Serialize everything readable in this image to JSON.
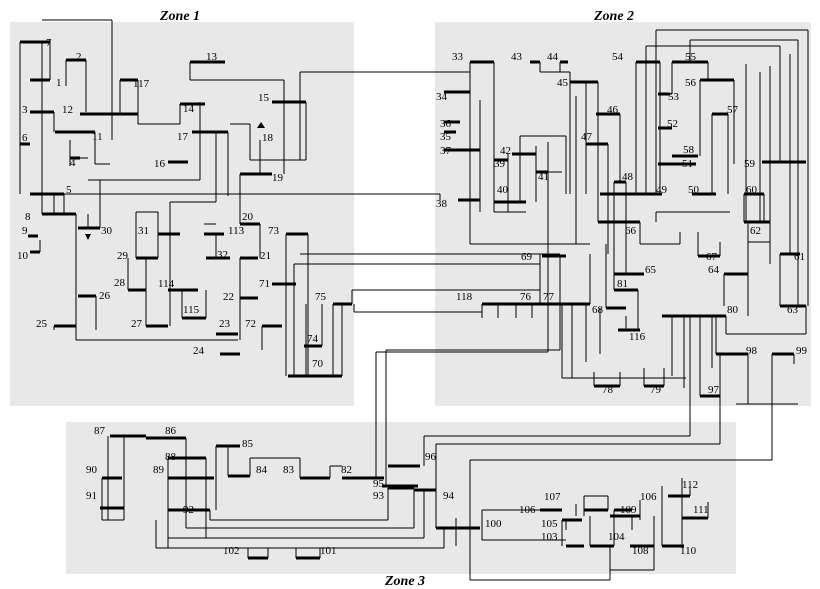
{
  "zones": [
    {
      "key": "zone1",
      "title": "Zone 1"
    },
    {
      "key": "zone2",
      "title": "Zone 2"
    },
    {
      "key": "zone3",
      "title": "Zone 3"
    }
  ],
  "colors": {
    "zone_fill": "#e8e8e8",
    "line": "#000000"
  },
  "buses": {
    "zone1": [
      "7",
      "1",
      "2",
      "117",
      "3",
      "12",
      "13",
      "14",
      "15",
      "6",
      "11",
      "17",
      "18",
      "4",
      "16",
      "19",
      "5",
      "8",
      "9",
      "10",
      "30",
      "31",
      "113",
      "20",
      "73",
      "29",
      "32",
      "21",
      "28",
      "114",
      "26",
      "22",
      "71",
      "25",
      "27",
      "115",
      "75",
      "23",
      "72",
      "74",
      "24",
      "70"
    ],
    "zone2": [
      "33",
      "43",
      "44",
      "54",
      "55",
      "56",
      "34",
      "45",
      "53",
      "36",
      "35",
      "46",
      "57",
      "52",
      "37",
      "42",
      "47",
      "58",
      "39",
      "51",
      "59",
      "41",
      "48",
      "40",
      "49",
      "50",
      "60",
      "38",
      "66",
      "62",
      "69",
      "67",
      "61",
      "64",
      "65",
      "81",
      "118",
      "76",
      "77",
      "68",
      "80",
      "63",
      "116",
      "98",
      "99",
      "78",
      "79",
      "97"
    ],
    "zone3": [
      "87",
      "86",
      "85",
      "88",
      "90",
      "89",
      "84",
      "83",
      "82",
      "96",
      "95",
      "91",
      "93",
      "94",
      "92",
      "107",
      "106",
      "112",
      "106",
      "100",
      "105",
      "109",
      "111",
      "103",
      "104",
      "102",
      "101",
      "108",
      "110"
    ]
  }
}
